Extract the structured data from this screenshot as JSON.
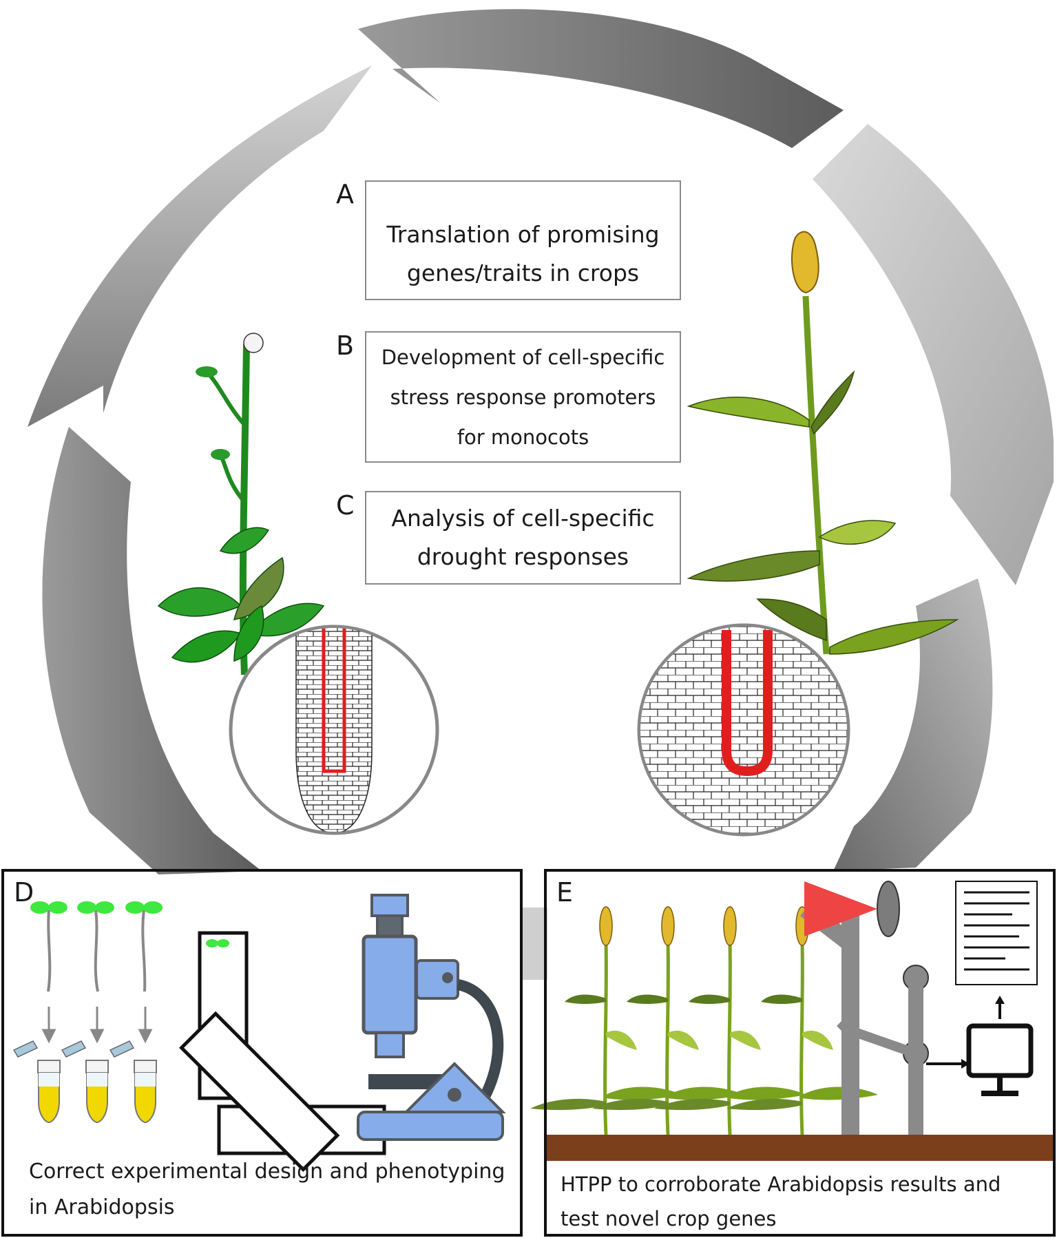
{
  "labels": {
    "a": "A",
    "b": "B",
    "c": "C",
    "d": "D",
    "e": "E"
  },
  "boxes": {
    "a": {
      "line1": "Translation of promising",
      "line2": "genes/traits in crops"
    },
    "b": {
      "line1": "Development of cell-specific",
      "line2": "stress response promoters",
      "line3": "for monocots"
    },
    "c": {
      "line1": "Analysis of cell-specific",
      "line2": "drought responses"
    }
  },
  "panels": {
    "d": {
      "line1": "Correct experimental design and phenotyping",
      "line2": "in Arabidopsis"
    },
    "e": {
      "line1": "HTPP to corroborate Arabidopsis results and",
      "line2": "test novel crop genes"
    }
  },
  "gene_segments": [
    "#e8141c",
    "#20d420",
    "#f2ea1a",
    "#20e8f0",
    "#e81ee8",
    "#e8141c",
    "#18eef2"
  ],
  "colors": {
    "arrow_dark": "#6c6c6c",
    "arrow_light": "#c8c8c8",
    "root_highlight": "#e01e1e",
    "arabidopsis": "#1e9a1e",
    "crop_leaf": "#7aa21e",
    "seedling": "#3ee83e",
    "tube_liquid": "#f0d800",
    "microscope": "#86acea",
    "soil": "#7b3f1c"
  },
  "icons": [
    "gene-arrow-icon",
    "arabidopsis-plant-icon",
    "crop-plant-icon",
    "root-tip-icon",
    "seedling-icon",
    "tube-icon",
    "petri-plate-icon",
    "microscope-icon",
    "camera-arm-icon",
    "monitor-icon",
    "document-icon"
  ]
}
